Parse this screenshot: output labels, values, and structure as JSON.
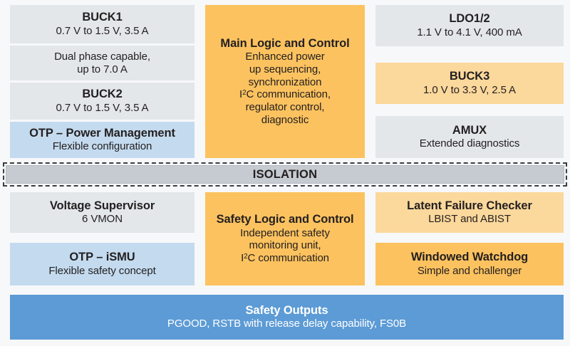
{
  "diagram": {
    "colors": {
      "background": "#f7f8fa",
      "gray_block": "#e3e7ea",
      "light_blue_block": "#c4dbef",
      "orange_block": "#fcc25f",
      "light_orange_block": "#fbd89b",
      "safety_outputs_blue": "#5c9bd5",
      "isolation_gray": "#c6cbd1",
      "isolation_border": "#3b3d41",
      "text": "#231f20",
      "safety_outputs_text": "#ffffff"
    },
    "left_column": [
      {
        "name": "buck1",
        "title": "BUCK1",
        "desc": [
          "0.7 V to 1.5 V, 3.5 A"
        ],
        "fill": "gray"
      },
      {
        "name": "dual-phase",
        "title": "",
        "desc": [
          "Dual phase capable,",
          "up to 7.0 A"
        ],
        "fill": "gray"
      },
      {
        "name": "buck2",
        "title": "BUCK2",
        "desc": [
          "0.7 V to 1.5 V, 3.5 A"
        ],
        "fill": "gray"
      },
      {
        "name": "otp-power-management",
        "title": "OTP – Power Management",
        "desc": [
          "Flexible configuration"
        ],
        "fill": "blue"
      }
    ],
    "center_top": {
      "name": "main-logic-and-control",
      "title_lines": [
        "Main Logic",
        "and Control"
      ],
      "desc": [
        "Enhanced power",
        "up sequencing,",
        "synchronization",
        "I²C communication,",
        "regulator control,",
        "diagnostic"
      ],
      "fill": "orange"
    },
    "right_column": [
      {
        "name": "ldo1-2",
        "title": "LDO1/2",
        "desc": [
          "1.1 V to 4.1 V, 400 mA"
        ],
        "fill": "gray"
      },
      {
        "name": "buck3",
        "title": "BUCK3",
        "desc": [
          "1.0 V to 3.3 V, 2.5 A"
        ],
        "fill": "light_orange"
      },
      {
        "name": "amux",
        "title": "AMUX",
        "desc": [
          "Extended diagnostics"
        ],
        "fill": "gray"
      }
    ],
    "isolation": {
      "name": "isolation-bar",
      "title": "ISOLATION"
    },
    "bottom_left_column": [
      {
        "name": "voltage-supervisor",
        "title": "Voltage Supervisor",
        "desc": [
          "6 VMON"
        ],
        "fill": "gray"
      },
      {
        "name": "otp-ismu",
        "title": "OTP – iSMU",
        "desc": [
          "Flexible safety concept"
        ],
        "fill": "blue"
      }
    ],
    "bottom_center": {
      "name": "safety-logic-and-control",
      "title_lines": [
        "Safety Logic",
        "and Control"
      ],
      "desc": [
        "Independent safety",
        "monitoring unit,",
        "I²C communication"
      ],
      "fill": "orange"
    },
    "bottom_right_column": [
      {
        "name": "latent-failure-checker",
        "title": "Latent Failure Checker",
        "desc": [
          "LBIST and ABIST"
        ],
        "fill": "light_orange"
      },
      {
        "name": "windowed-watchdog",
        "title": "Windowed Watchdog",
        "desc": [
          "Simple and challenger"
        ],
        "fill": "orange"
      }
    ],
    "safety_outputs": {
      "name": "safety-outputs",
      "title": "Safety Outputs",
      "desc": [
        "PGOOD, RSTB with release delay capability, FS0B"
      ],
      "fill": "safety_outputs_blue"
    }
  }
}
